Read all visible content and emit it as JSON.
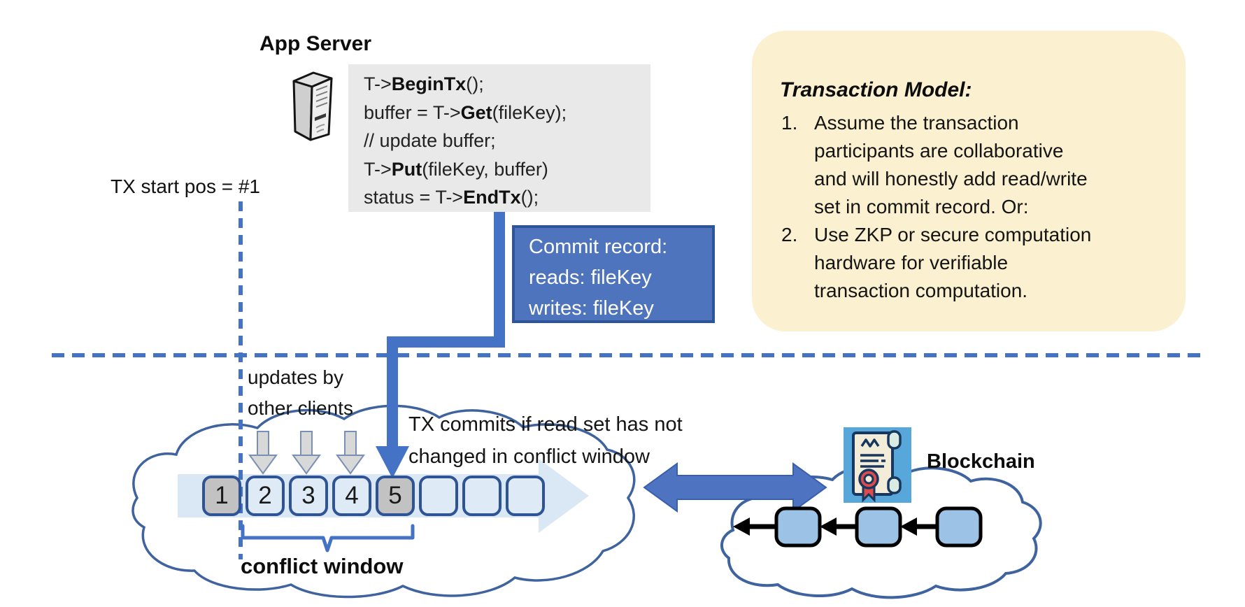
{
  "app_server": {
    "label": "App Server"
  },
  "code_box": {
    "lines": [
      {
        "pre": "T->",
        "fn": "BeginTx",
        "post": "();"
      },
      {
        "pre": "buffer = T->",
        "fn": "Get",
        "post": "(fileKey);"
      },
      {
        "pre": "// update buffer;",
        "fn": "",
        "post": ""
      },
      {
        "pre": "T->",
        "fn": "Put",
        "post": "(fileKey, buffer)"
      },
      {
        "pre": "status = T->",
        "fn": "EndTx",
        "post": "();"
      }
    ]
  },
  "commit_record": {
    "line1": "Commit record:",
    "line2": "reads: fileKey",
    "line3": "writes: fileKey"
  },
  "transaction_model": {
    "title": "Transaction Model:",
    "items": [
      {
        "number": "1.",
        "lines": [
          "Assume the transaction",
          "participants are collaborative",
          "and will honestly add read/write",
          "set in commit record.  Or:"
        ]
      },
      {
        "number": "2.",
        "lines": [
          "Use ZKP or secure computation",
          "hardware for verifiable",
          "transaction computation."
        ]
      }
    ]
  },
  "labels": {
    "tx_start": "TX start pos = #1",
    "updates_line1": "updates by",
    "updates_line2": "other clients",
    "tx_commits_line1": "TX commits if read set has not",
    "tx_commits_line2": "changed in conflict window",
    "conflict_window": "conflict window",
    "blockchain": "Blockchain"
  },
  "timeline": {
    "blocks": [
      {
        "label": "1",
        "state": "gray"
      },
      {
        "label": "2",
        "state": "blue"
      },
      {
        "label": "3",
        "state": "blue"
      },
      {
        "label": "4",
        "state": "blue"
      },
      {
        "label": "5",
        "state": "gray"
      },
      {
        "label": "",
        "state": "blue"
      },
      {
        "label": "",
        "state": "blue"
      },
      {
        "label": "",
        "state": "blue"
      }
    ]
  },
  "icons": {
    "server": "server-tower-icon",
    "certificate": "certificate-scroll-icon",
    "gray_update_arrow": "down-arrow-icon",
    "commit_arrow": "elbow-down-arrow-icon",
    "sync_arrow": "double-headed-arrow-icon"
  },
  "colors": {
    "accent_blue": "#4472C4",
    "commit_fill": "#4F74BE",
    "commit_border": "#2F5597",
    "code_bg": "#E9E9E9",
    "note_bg": "#FBF0CF",
    "block_border": "#2E5496",
    "block_blue": "#DEEBF7",
    "block_gray": "#C2C2C2",
    "band_blue": "#DAE7F5",
    "cloud_stroke": "#3E639E",
    "chain_block_fill": "#9CC2E5",
    "scroll_bg": "#58A7DB",
    "seal_red": "#DD4B4B"
  }
}
